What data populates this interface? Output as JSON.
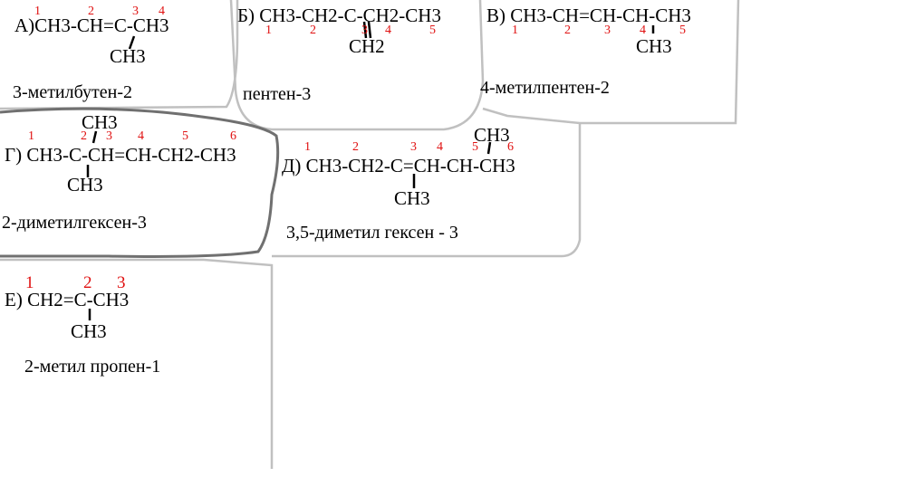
{
  "items": [
    {
      "formula": "А)CH3-CH=C-CH3",
      "branch": "CH3",
      "name": "3-метилбутен-2",
      "numbers": [
        "1",
        "2",
        "3",
        "4"
      ]
    },
    {
      "formula": "Б) CH3-CH2-C-CH2-CH3",
      "branch": "CH2",
      "name": "пентен-3",
      "numbers": [
        "1",
        "2",
        "3",
        "4",
        "5"
      ]
    },
    {
      "formula": "В) CH3-CH=CH-CH-CH3",
      "branch": "CH3",
      "name": "4-метилпентен-2",
      "numbers": [
        "1",
        "2",
        "3",
        "4",
        "5"
      ]
    },
    {
      "formula": "Г) CH3-C-CH=CH-CH2-CH3",
      "branch_top": "CH3",
      "branch_bottom": "CH3",
      "name": "2-диметилгексен-3",
      "numbers": [
        "1",
        "2",
        "3",
        "4",
        "5",
        "6"
      ]
    },
    {
      "formula": "Д) CH3-CH2-C=CH-CH-CH3",
      "branch_top": "CH3",
      "branch_bottom": "CH3",
      "name": "3,5-диметил гексен - 3",
      "numbers": [
        "1",
        "2",
        "3",
        "4",
        "5",
        "6"
      ]
    },
    {
      "formula": "Е) CH2=C-CH3",
      "branch": "CH3",
      "name": "2-метил пропен-1",
      "numbers": [
        "1",
        "2",
        "3"
      ]
    }
  ],
  "colors": {
    "text": "#000000",
    "numbers": "#e01010",
    "box_lines": "#c0c0c0",
    "box_g": "#707070"
  }
}
